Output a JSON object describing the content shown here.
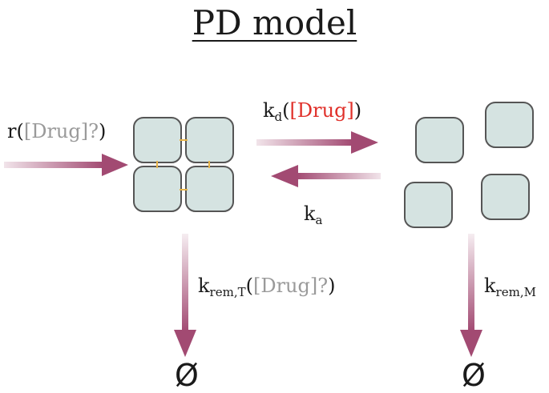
{
  "title": "PD model",
  "labels": {
    "production": {
      "prefix": "r(",
      "drug": "[Drug]?",
      "suffix": ")"
    },
    "dissociation": {
      "k": "k",
      "sub": "d",
      "open": "(",
      "drug": "[Drug]",
      "close": ")"
    },
    "association": {
      "k": "k",
      "sub": "a"
    },
    "removal_tetramer": {
      "k": "k",
      "sub": "rem,T",
      "open": "(",
      "drug": "[Drug]?",
      "close": ")"
    },
    "removal_monomer": {
      "k": "k",
      "sub": "rem,M"
    },
    "empty_set_left": "Ø",
    "empty_set_right": "Ø"
  },
  "colors": {
    "arrow": "#a24a72",
    "box_fill": "#d5e3e1",
    "box_stroke": "#555555",
    "bond": "#e9b54a",
    "drug_gray": "#9a9a9a",
    "drug_red": "#e0302a"
  }
}
